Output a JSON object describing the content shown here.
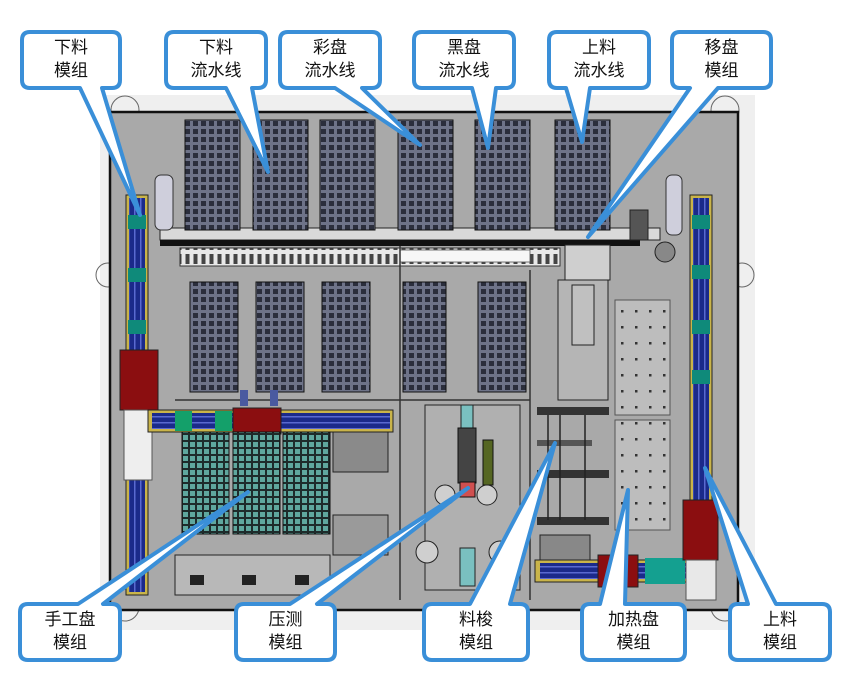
{
  "diagram": {
    "accent_color": "#3a8fd8",
    "machine_color": "#a9a9a9",
    "callouts": [
      {
        "id": "unload-module",
        "line1": "下料",
        "line2": "模组"
      },
      {
        "id": "unload-line",
        "line1": "下料",
        "line2": "流水线"
      },
      {
        "id": "color-tray-line",
        "line1": "彩盘",
        "line2": "流水线"
      },
      {
        "id": "black-tray-line",
        "line1": "黑盘",
        "line2": "流水线"
      },
      {
        "id": "load-line",
        "line1": "上料",
        "line2": "流水线"
      },
      {
        "id": "tray-transfer-module",
        "line1": "移盘",
        "line2": "模组"
      },
      {
        "id": "manual-tray-module",
        "line1": "手工盘",
        "line2": "模组"
      },
      {
        "id": "press-test-module",
        "line1": "压测",
        "line2": "模组"
      },
      {
        "id": "shuttle-module",
        "line1": "料梭",
        "line2": "模组"
      },
      {
        "id": "heating-tray-module",
        "line1": "加热盘",
        "line2": "模组"
      },
      {
        "id": "load-module",
        "line1": "上料",
        "line2": "模组"
      }
    ]
  }
}
